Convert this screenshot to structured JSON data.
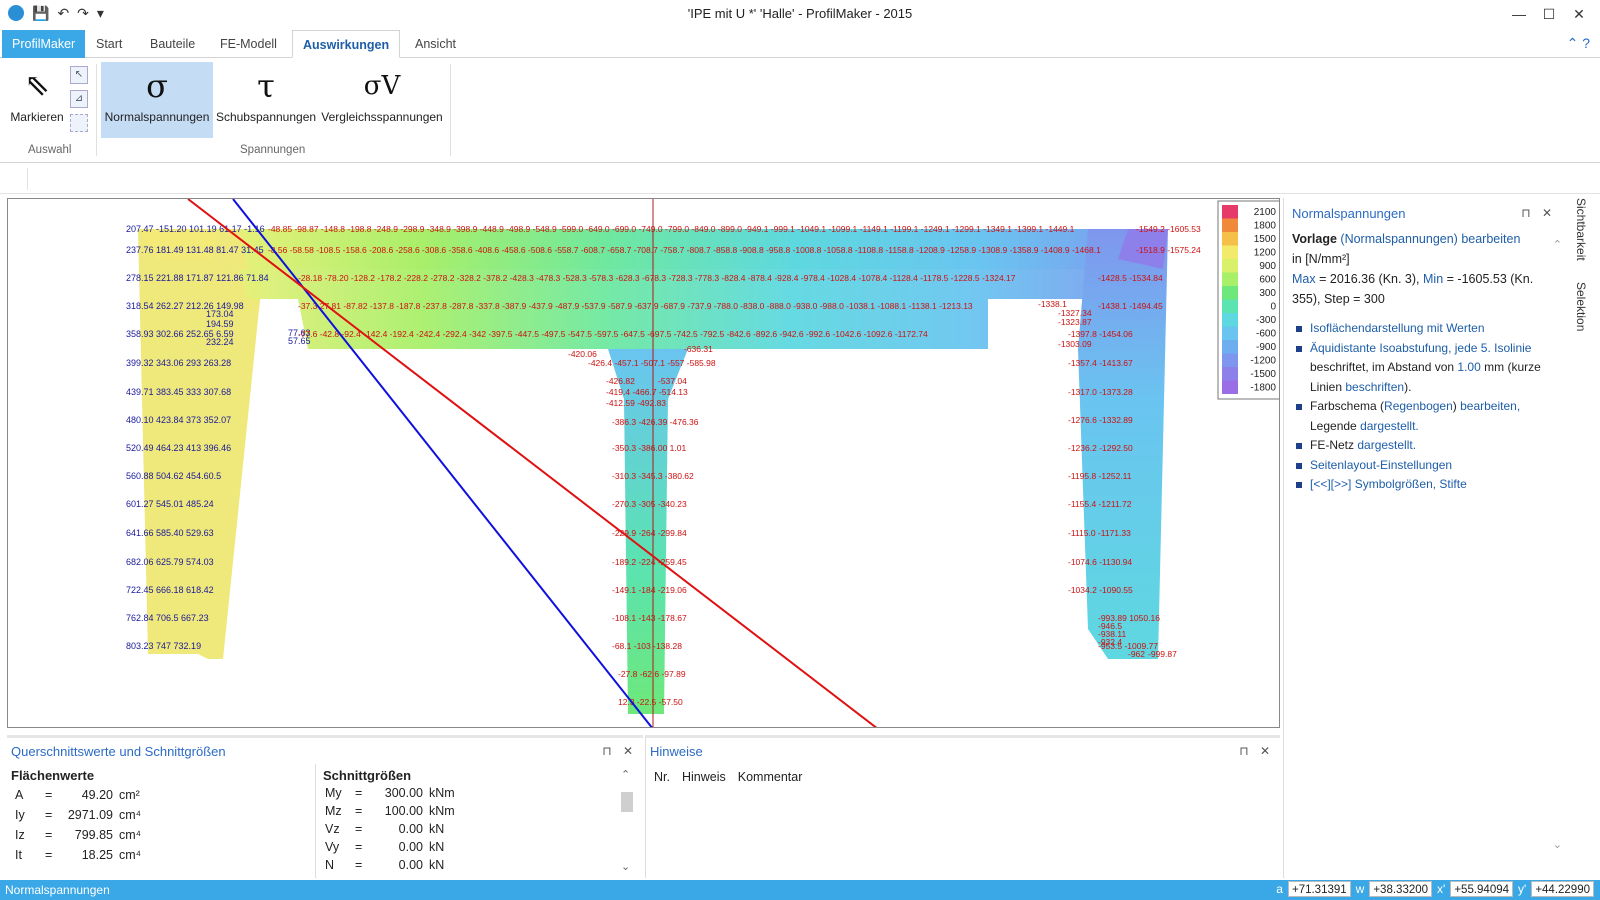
{
  "window": {
    "title": "'IPE mit U *' 'Halle' - ProfilMaker - 2015",
    "controls": [
      "—",
      "☐",
      "✕"
    ]
  },
  "ribbon_tabs": [
    {
      "label": "ProfilMaker"
    },
    {
      "label": "Start"
    },
    {
      "label": "Bauteile"
    },
    {
      "label": "FE-Modell"
    },
    {
      "label": "Auswirkungen"
    },
    {
      "label": "Ansicht"
    }
  ],
  "ribbon": {
    "markieren_label": "Markieren",
    "auswahl_group": "Auswahl",
    "normal_symbol": "σ",
    "normal_label": "Normalspannungen",
    "schub_symbol": "τ",
    "schub_label": "Schubspannungen",
    "vergleich_symbol": "σV",
    "vergleich_label": "Vergleichsspannungen",
    "spannungen_group": "Spannungen"
  },
  "legend": {
    "values": [
      "2100",
      "1800",
      "1500",
      "1200",
      "900",
      "600",
      "300",
      "0",
      "-300",
      "-600",
      "-900",
      "-1200",
      "-1500",
      "-1800"
    ],
    "colors": [
      "#e63a6a",
      "#f08a3a",
      "#f5c04a",
      "#f2ea6a",
      "#d9f06a",
      "#a8ef6a",
      "#6ee87a",
      "#5be3b0",
      "#5ed8e0",
      "#6ac4f0",
      "#6eaef0",
      "#7f96ee",
      "#8d80ea",
      "#9a6ee6"
    ]
  },
  "stress_labels": {
    "left_flange_top": "207.47 -151.20 101.19 61.17 -1.16",
    "row2": "237.76 181.49 131.48 81.47 31.45",
    "row3": "278.15 221.88 171.87 121.86 71.84",
    "row4": "318.54 262.27 212.26 149.98",
    "row5": "358.93 302.66 252.65 6.59",
    "row6": "399.32 343.06 293 263.28",
    "row7": "439.71 383.45 333 307.68",
    "row8": "480.10 423.84 373 352.07",
    "row9": "520.49 464.23 413 396.46",
    "row10": "560.88 504.62 454.60.5",
    "row11": "601.27 545.01 485.24",
    "row12": "641.66 585.40 529.63",
    "row13": "682.06 625.79 574.03",
    "row14": "722.45 666.18 618.42",
    "row15": "762.84 706.5 667.23",
    "row16": "803.23 747 732.19",
    "top_row": "-48.85 -98.87 -148.8 -198.8 -248.9 -298.9 -348.9 -398.9 -448.9 -498.9 -548.9 -599.0 -649.0 -699.0 -749.0 -799.0 -849.0 -899.0 -949.1 -999.1 -1049.1 -1099.1 -1149.1 -1199.1 -1249.1 -1299.1 -1349.1 -1399.1 -1449.1",
    "right_top": "-1549.2 -1605.53",
    "right_row2": "-1518.9 -1575.24",
    "right_row3": "-1428.5 -1534.84",
    "right_row4": "-1438.1 -1494.45",
    "right_row5": "-1397.8 -1454.06",
    "right_row6": "-1357.4 -1413.67",
    "right_row7": "-1317.0 -1373.28",
    "right_row8": "-1276.6 -1332.89",
    "right_row9": "-1236.2 -1292.50",
    "right_row10": "-1195.8 -1252.11",
    "right_row11": "-1155.4 -1211.72",
    "right_row12": "-1115.0 -1171.33",
    "right_row13": "-1074.6 -1130.94",
    "right_row14": "-1034.2 -1090.55",
    "right_row15": "-993.89 1050.16",
    "right_row16": "-953.5 -1009.77",
    "web_rows": [
      "-426.82",
      "-419.4 -466.7 -514.13",
      "-412.59 -492.83",
      "-386.3 -426.39 -476.36",
      "-350.3 -386.00 1.01",
      "-310.3 -345.3 -380.62",
      "-270.3 -305 -340.23",
      "-229.9 -264 -299.84",
      "-189.2 -224 -259.45",
      "-149.1 -184 -219.06",
      "-108.1 -143 -178.67",
      "-68.1 -103 -138.28",
      "-27.8 -62.6 -97.89",
      "12.3 -22.5 -57.50"
    ],
    "web_neck": "-426.4 -457.1 -507.1 -557 -585.98",
    "mid_row": "-77.6 -42.8 -92.4 -142.4 -192.4 -242.4 -292.4 -342 -397.5 -447.5 -497.5 -547.5 -597.5 -647.5 -697.5 -742.5 -792.5 -842.6 -892.6 -942.6 -992.6 -1042.6 -1092.6 -1172.74",
    "mid_row_upper": "-37.3 27.81 -87.82 -137.8 -187.8 -237.8 -287.8 -337.8 -387.9 -437.9 -487.9 -537.9 -587.9 -637.9 -687.9 -737.9 -788.0 -838.0 -888.0 -938.0 -988.0 -1038.1 -1088.1 -1138.1 -1213.13",
    "mid_row_top": "-28.18 -78.20 -128.2 -178.2 -228.2 -278.2 -328.2 -378.2 -428.3 -478.3 -528.3 -578.3 -628.3 -678.3 -728.3 -778.3 -828.4 -878.4 -928.4 -978.4 -1028.4 -1078.4 -1128.4 -1178.5 -1228.5 -1324.17",
    "row_b": "-8.56 -58.58 -108.5 -158.6 -208.6 -258.6 -308.6 -358.6 -408.6 -458.6 -508.6 -558.7 -608.7 -658.7 -708.7 -758.7 -808.7 -858.8 -908.8 -958.8 -1008.8 -1058.8 -1108.8 -1158.8 -1208.9 -1258.9 -1308.9 -1358.9 -1408.9 -1468.1",
    "web_label_small": "-420.06",
    "misc": [
      "-537.04",
      "-636.31",
      "-1303.09",
      "-1323.87",
      "-1327.34",
      "-1338.1",
      "173.04",
      "194.59",
      "232.24",
      "77.63",
      "57.65",
      "-946.5",
      "-938.11",
      "-932.4",
      "-962",
      "-999.87"
    ]
  },
  "info_panel": {
    "title": "Normalspannungen",
    "vorlage_label": "Vorlage",
    "vorlage_link": "(Normalspannungen)",
    "bearbeiten": "bearbeiten",
    "unit_line": "in [N/mm²]",
    "max_label": "Max",
    "max_value": "= 2016.36 (Kn. 3),",
    "min_label": "Min",
    "min_value": "= -1605.53 (Kn.",
    "step_line": "355), Step = 300",
    "items": [
      {
        "a": "Isoflächendarstellung mit Werten",
        "b": ""
      },
      {
        "a": "Äquidistante Isoabstufung, jede 5. Isolinie",
        "b": " beschriftet, im Abstand von ",
        "c": "1.00",
        "d": " mm (kurze Linien ",
        "e": "beschriften",
        "f": ")."
      },
      {
        "a": "Farbschema (",
        "b": "Regenbogen",
        "c": ") ",
        "d": "bearbeiten,",
        "e": " Legende ",
        "f": "dargestellt."
      },
      {
        "a": "FE-Netz ",
        "b": "dargestellt."
      },
      {
        "a": "Seitenlayout-Einstellungen",
        "b": ""
      },
      {
        "a": "[<<][>>] Symbolgrößen, Stifte",
        "b": ""
      }
    ]
  },
  "side_tabs": [
    "Sichtbarkeit",
    "Selektion"
  ],
  "bottom_left": {
    "title": "Querschnittswerte und Schnittgrößen",
    "flaechen_head": "Flächenwerte",
    "flaechen": [
      {
        "sym": "A",
        "eq": "=",
        "num": "49.20",
        "unit": "cm²"
      },
      {
        "sym": "Iy",
        "eq": "=",
        "num": "2971.09",
        "unit": "cm⁴"
      },
      {
        "sym": "Iz",
        "eq": "=",
        "num": "799.85",
        "unit": "cm⁴"
      },
      {
        "sym": "It",
        "eq": "=",
        "num": "18.25",
        "unit": "cm⁴"
      }
    ],
    "schnitt_head": "Schnittgrößen",
    "schnitt": [
      {
        "sym": "My",
        "eq": "=",
        "num": "300.00",
        "unit": "kNm"
      },
      {
        "sym": "Mz",
        "eq": "=",
        "num": "100.00",
        "unit": "kNm"
      },
      {
        "sym": "Vz",
        "eq": "=",
        "num": "0.00",
        "unit": "kN"
      },
      {
        "sym": "Vy",
        "eq": "=",
        "num": "0.00",
        "unit": "kN"
      },
      {
        "sym": "N",
        "eq": "=",
        "num": "0.00",
        "unit": "kN"
      }
    ]
  },
  "bottom_right": {
    "title": "Hinweise",
    "columns": [
      "Nr.",
      "Hinweis",
      "Kommentar"
    ]
  },
  "status": {
    "left": "Normalspannungen",
    "coords": [
      {
        "label": "a",
        "value": "+71.31391"
      },
      {
        "label": "w",
        "value": "+38.33200"
      },
      {
        "label": "x'",
        "value": "+55.94094"
      },
      {
        "label": "y'",
        "value": "+44.22990"
      }
    ]
  }
}
